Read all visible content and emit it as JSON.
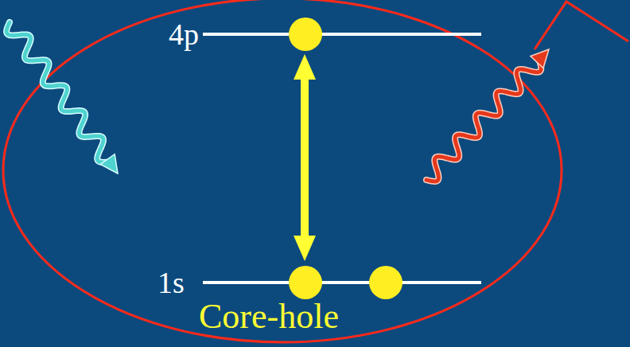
{
  "diagram": {
    "labels": [
      "4p",
      "1s",
      "Core-hole"
    ]
  }
}
